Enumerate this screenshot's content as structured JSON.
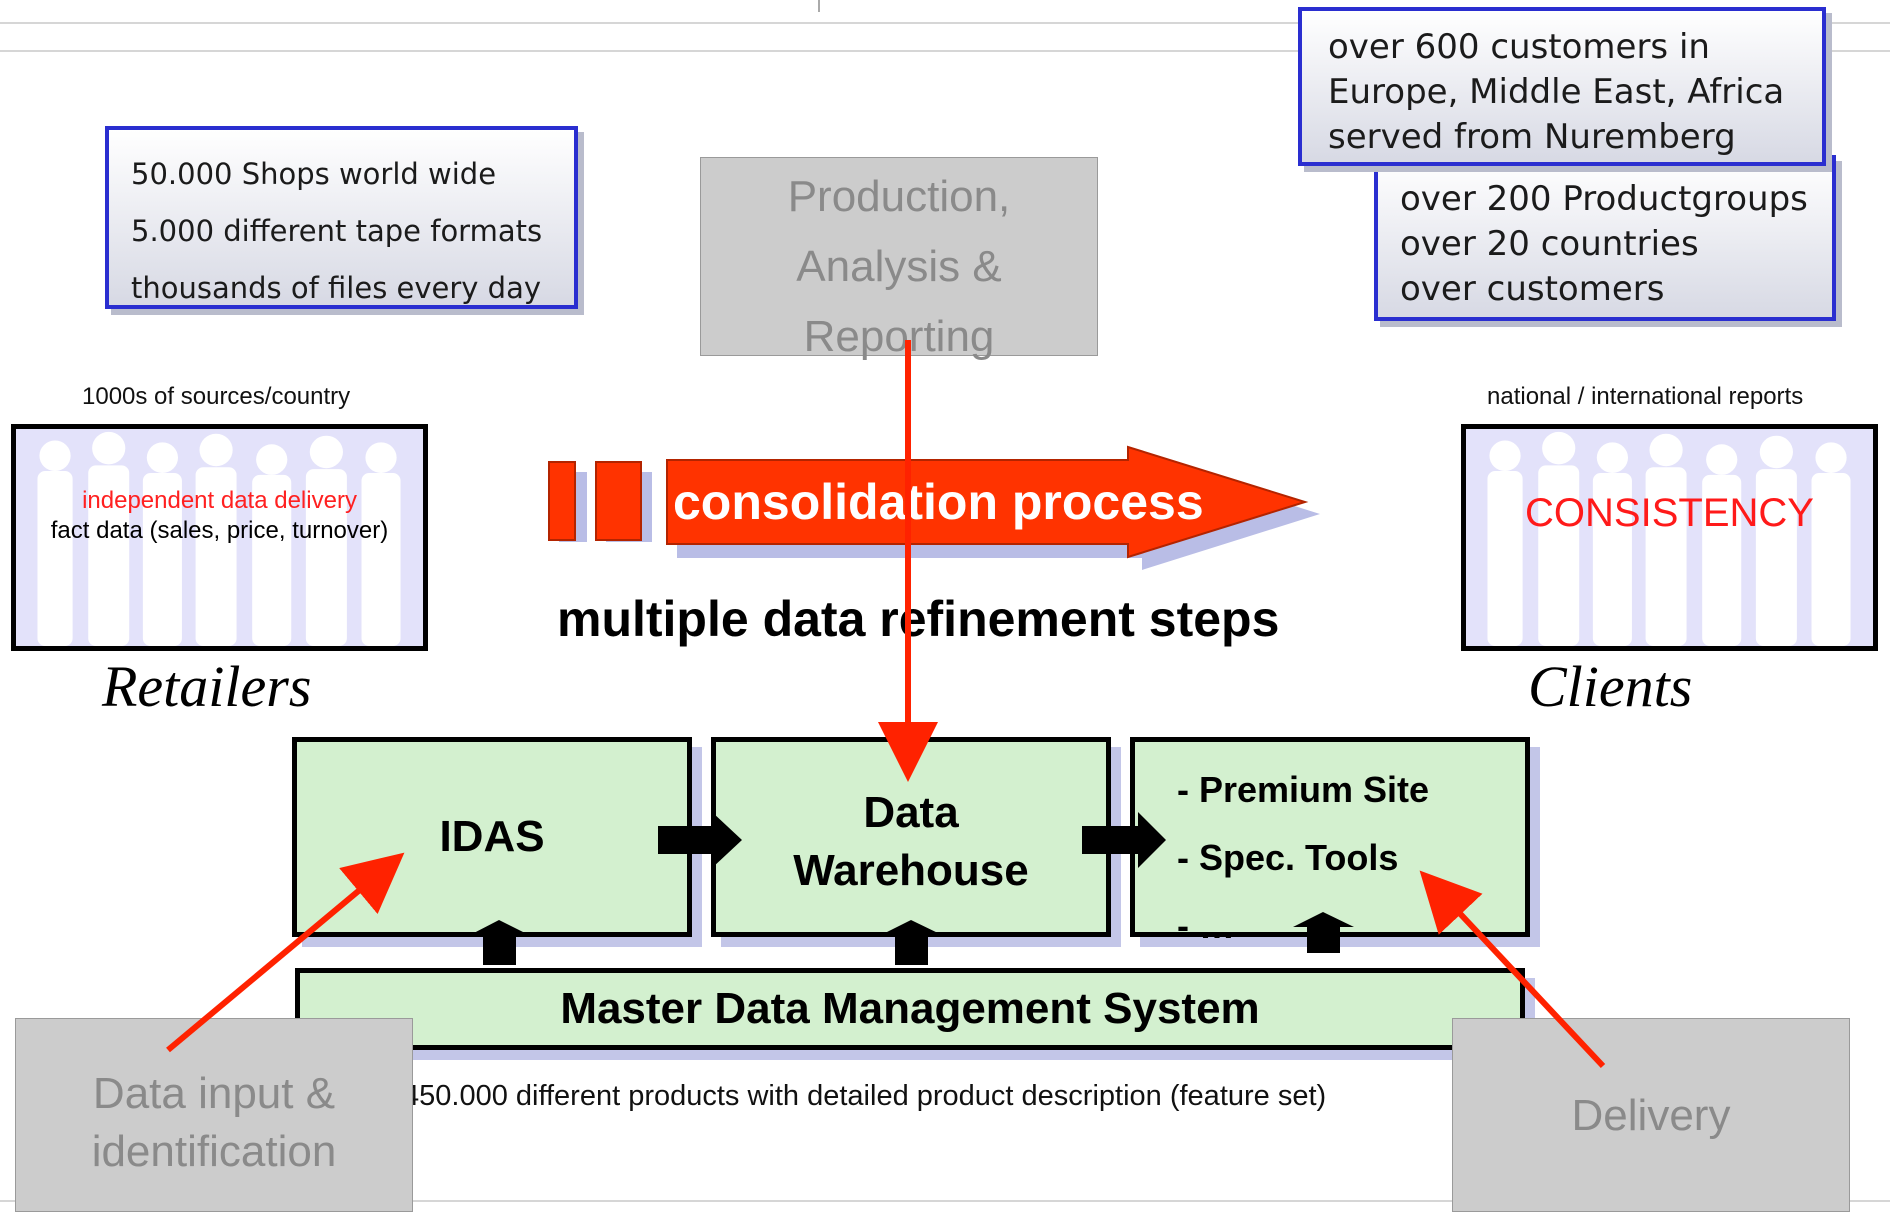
{
  "top_stats": {
    "lines": [
      "50.000 Shops world wide",
      "5.000 different tape formats",
      "thousands of files every day"
    ]
  },
  "customers_box": {
    "lines": [
      "over 600 customers in",
      "Europe, Middle East, Africa",
      "served from Nuremberg"
    ]
  },
  "products_box": {
    "lines": [
      "over 200 Productgroups",
      "over 20 countries",
      "over customers"
    ]
  },
  "production_box": {
    "lines": [
      "Production,",
      "Analysis &",
      "Reporting"
    ]
  },
  "sources_caption": "1000s of sources/country",
  "reports_caption": "national / international reports",
  "retailers_panel": {
    "line1": "independent data delivery",
    "line2": "fact data (sales, price, turnover)"
  },
  "clients_panel": {
    "label": "CONSISTENCY"
  },
  "consolidation_arrow": "consolidation process",
  "refinement_text": "multiple data refinement steps",
  "retailers_label": "Retailers",
  "clients_label": "Clients",
  "idas_box": "IDAS",
  "warehouse_box": {
    "line1": "Data",
    "line2": "Warehouse"
  },
  "tools_box": {
    "items": [
      "- Premium Site",
      "- Spec. Tools",
      "- …"
    ]
  },
  "mdm_box": "Master Data Management System",
  "products_caption": "450.000 different products with detailed product description (feature set)",
  "data_input_box": {
    "line1": "Data input &",
    "line2": "identification"
  },
  "delivery_box": "Delivery",
  "colors": {
    "accent_red": "#ff3300",
    "box_border_blue": "#2a2ed0",
    "green_fill": "#d3f0cf",
    "silhouette_fill": "#e3e2fa",
    "grey_box": "#cccccc"
  }
}
